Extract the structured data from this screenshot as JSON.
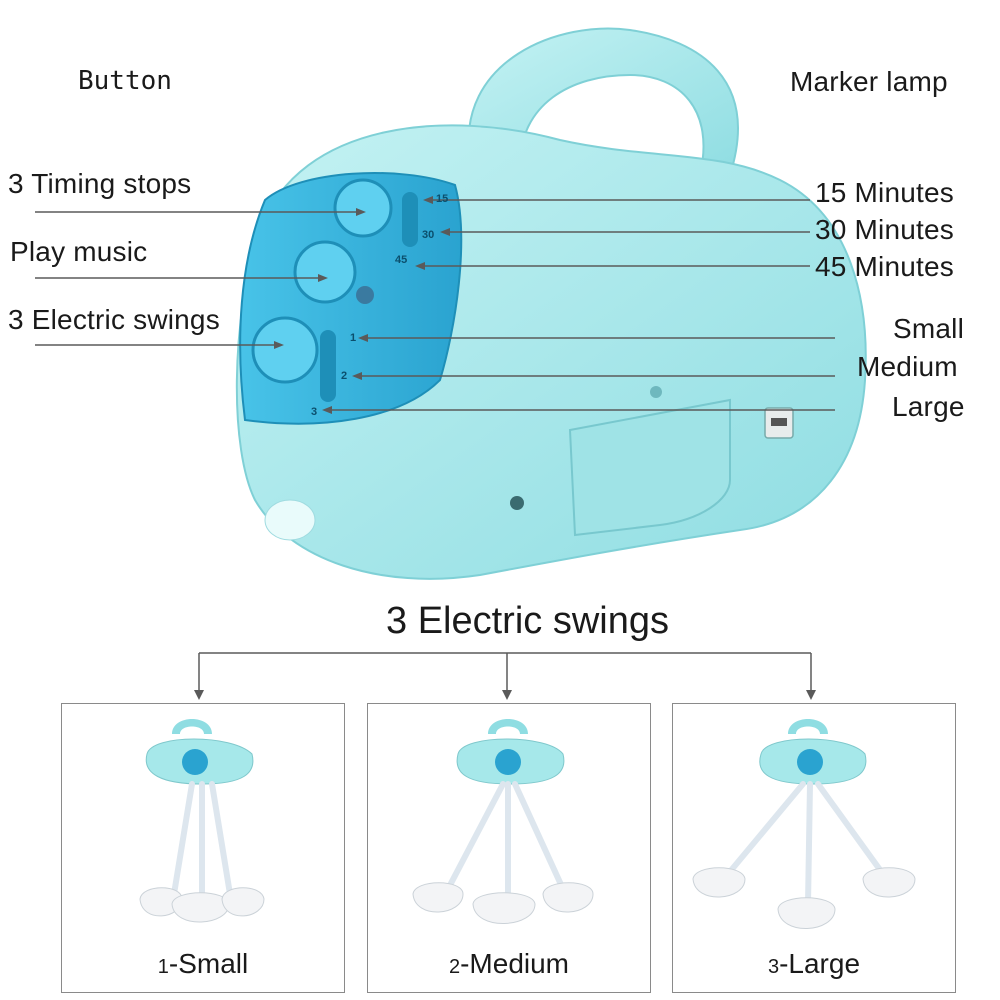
{
  "labels": {
    "button": "Button",
    "marker_lamp": "Marker lamp",
    "timing_stops": "3 Timing stops",
    "play_music": "Play music",
    "electric_swings_left": "3 Electric swings",
    "minutes_15": "15 Minutes",
    "minutes_30": "30 Minutes",
    "minutes_45": "45 Minutes",
    "small": "Small",
    "medium": "Medium",
    "large": "Large"
  },
  "device_marks": {
    "t15": "15",
    "t30": "30",
    "t45": "45",
    "s1": "1",
    "s2": "2",
    "s3": "3"
  },
  "section": {
    "title": "3 Electric swings"
  },
  "panels": [
    {
      "num": "1",
      "name": "Small"
    },
    {
      "num": "2",
      "name": "Medium"
    },
    {
      "num": "3",
      "name": "Large"
    }
  ],
  "colors": {
    "body": "#a6e8ea",
    "panel_blue": "#39b6dd",
    "line": "#5a5a5a"
  }
}
